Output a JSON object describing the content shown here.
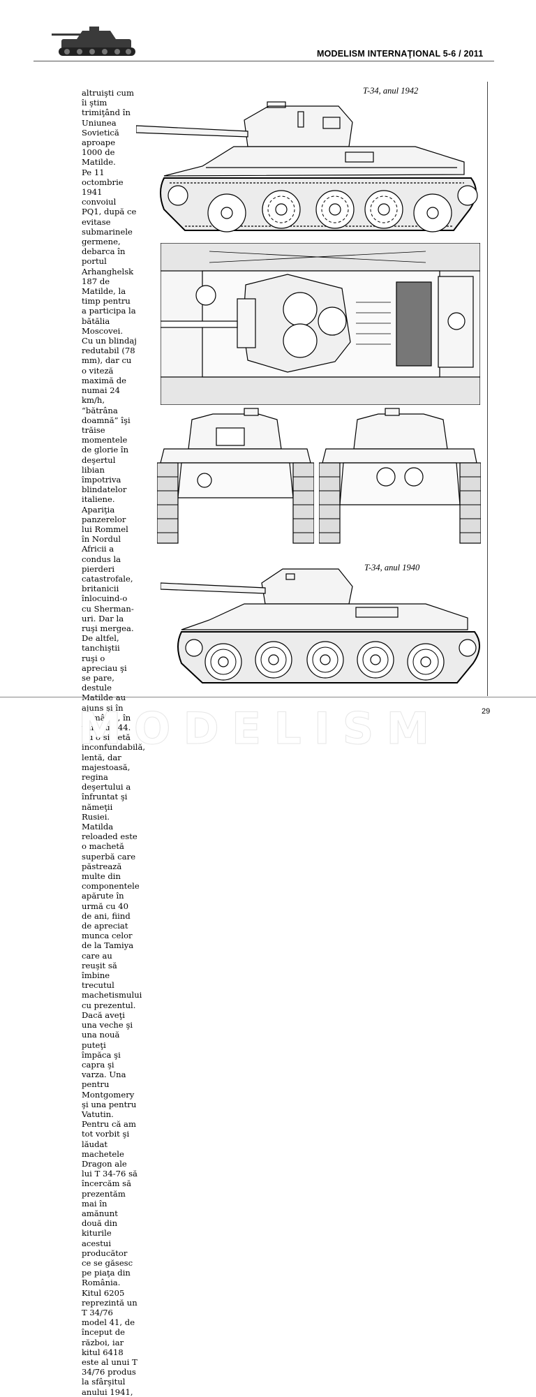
{
  "header": {
    "logo_icon": "tank-silhouette-icon",
    "title": "MODELISM INTERNAŢIONAL  5-6 / 2011"
  },
  "article": {
    "paragraphs": [
      "altruişti cum îi ştim trimiţând în Uniunea Sovietică aproape 1000 de Matilde.",
      "Pe 11 octombrie 1941 convoiul PQ1, după ce evitase submarinele germene, debarca în portul Arhanghelsk 187 de Matilde, la timp pentru a participa la bătălia Moscovei.",
      "Cu un blindaj redutabil (78 mm), dar cu o viteză maximă de numai 24 km/h, “bătrâna doamnă” îşi trăise momentele de glorie în deşertul libian împotriva blindatelor italiene. Apariţia panzerelor lui Rommel în Nordul Africii a condus la pierderi catastrofale, britanicii înlocuind-o cu Sherman-uri. Dar la ruşi mergea. De altfel, tanchiştii ruşi o apreciau şi se pare, destule Matilde au ajuns şi în România, în vara lui ’44. Cu o siluetă inconfundabilă, lentă, dar majestoasă, regina deşertului a înfruntat şi nămeţii Rusiei. Matilda reloaded este o machetă superbă care păstrează multe din componentele apărute în urmă cu 40 de ani, fiind de apreciat munca celor de la Tamiya care au reuşit să îmbine trecutul machetismului cu prezentul.",
      "Dacă aveţi una veche şi una nouă puteţi împăca şi capra şi varza. Una pentru Montgomery şi una pentru Vatutin.",
      "Pentru că am tot vorbit şi lăudat machetele Dragon ale lui T 34-76 să încercăm să prezentăm mai în amănunt două din kiturile acestui producător ce se găsesc pe piaţa din România. Kitul 6205 reprezintă un T 34/76 model 41, de început de război, iar kitul 6418 este al unui T 34/76 produs la sfârşitul anului 1941,"
    ]
  },
  "figures": {
    "caption_1942": "T-34, anul 1942",
    "caption_1940": "T-34, anul 1940"
  },
  "footer": {
    "page_number": "29",
    "watermark": "MODELISM"
  }
}
